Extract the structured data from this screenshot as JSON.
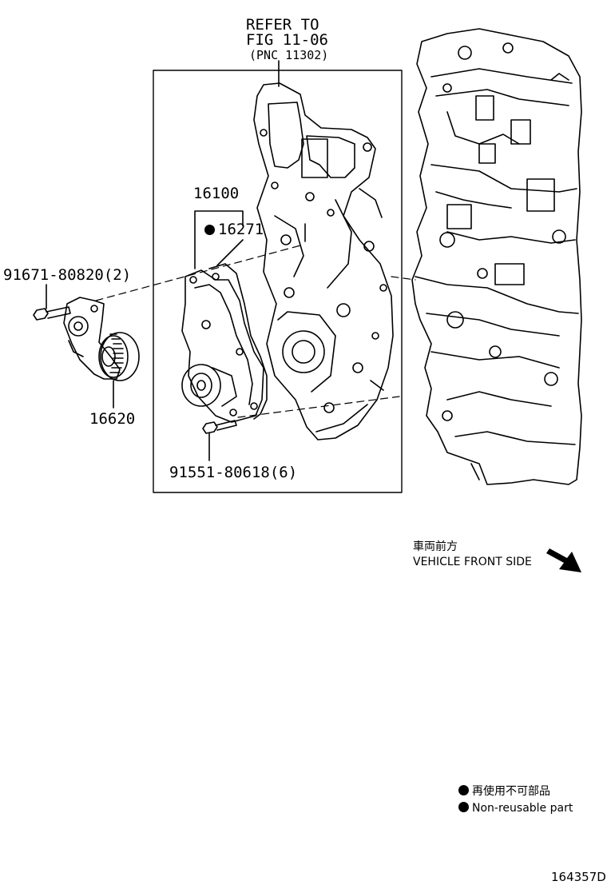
{
  "refer": {
    "line1": "REFER TO",
    "line2": "FIG 11-06",
    "line3": "(PNC 11302)"
  },
  "parts": {
    "p16100": "16100",
    "p16271": "16271",
    "p91671": "91671-80820(2)",
    "p16620": "16620",
    "p91551": "91551-80618(6)"
  },
  "orientation": {
    "jp": "車両前方",
    "en": "VEHICLE FRONT SIDE"
  },
  "legend": {
    "jp": "再使用不可部品",
    "en": "Non-reusable part"
  },
  "figure_id": "164357D"
}
